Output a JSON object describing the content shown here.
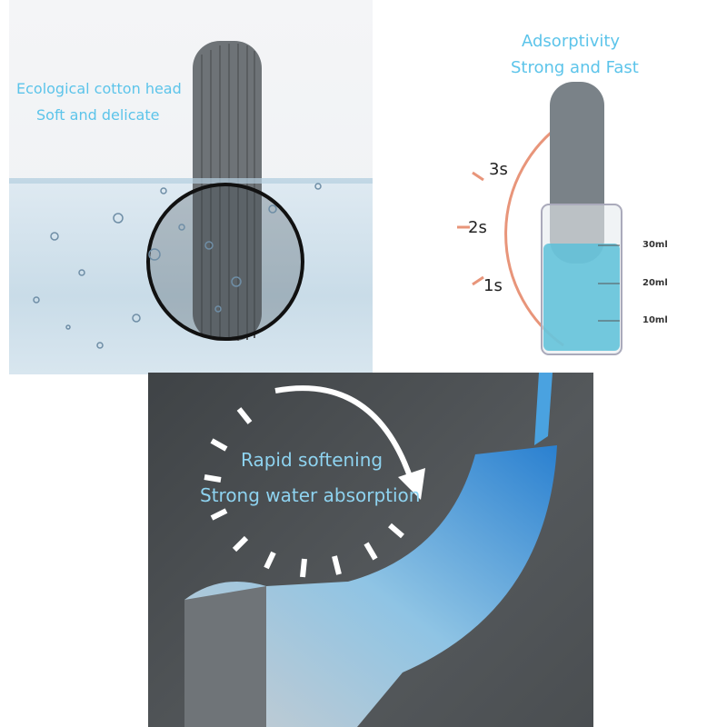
{
  "panel_water": {
    "line1": "Ecological cotton head",
    "line2": "Soft and delicate"
  },
  "panel_beaker": {
    "title_line1": "Adsorptivity",
    "title_line2": "Strong and Fast",
    "time_labels": [
      "3s",
      "2s",
      "1s"
    ],
    "volume_labels": [
      "30ml",
      "20ml",
      "10ml"
    ]
  },
  "panel_softening": {
    "line1": "Rapid softening",
    "line2": "Strong water absorption"
  },
  "colors": {
    "accent": "#5cc4ea",
    "dial": "#e8957a",
    "sponge": "#6f7478",
    "liquid": "#5cc0d8"
  }
}
